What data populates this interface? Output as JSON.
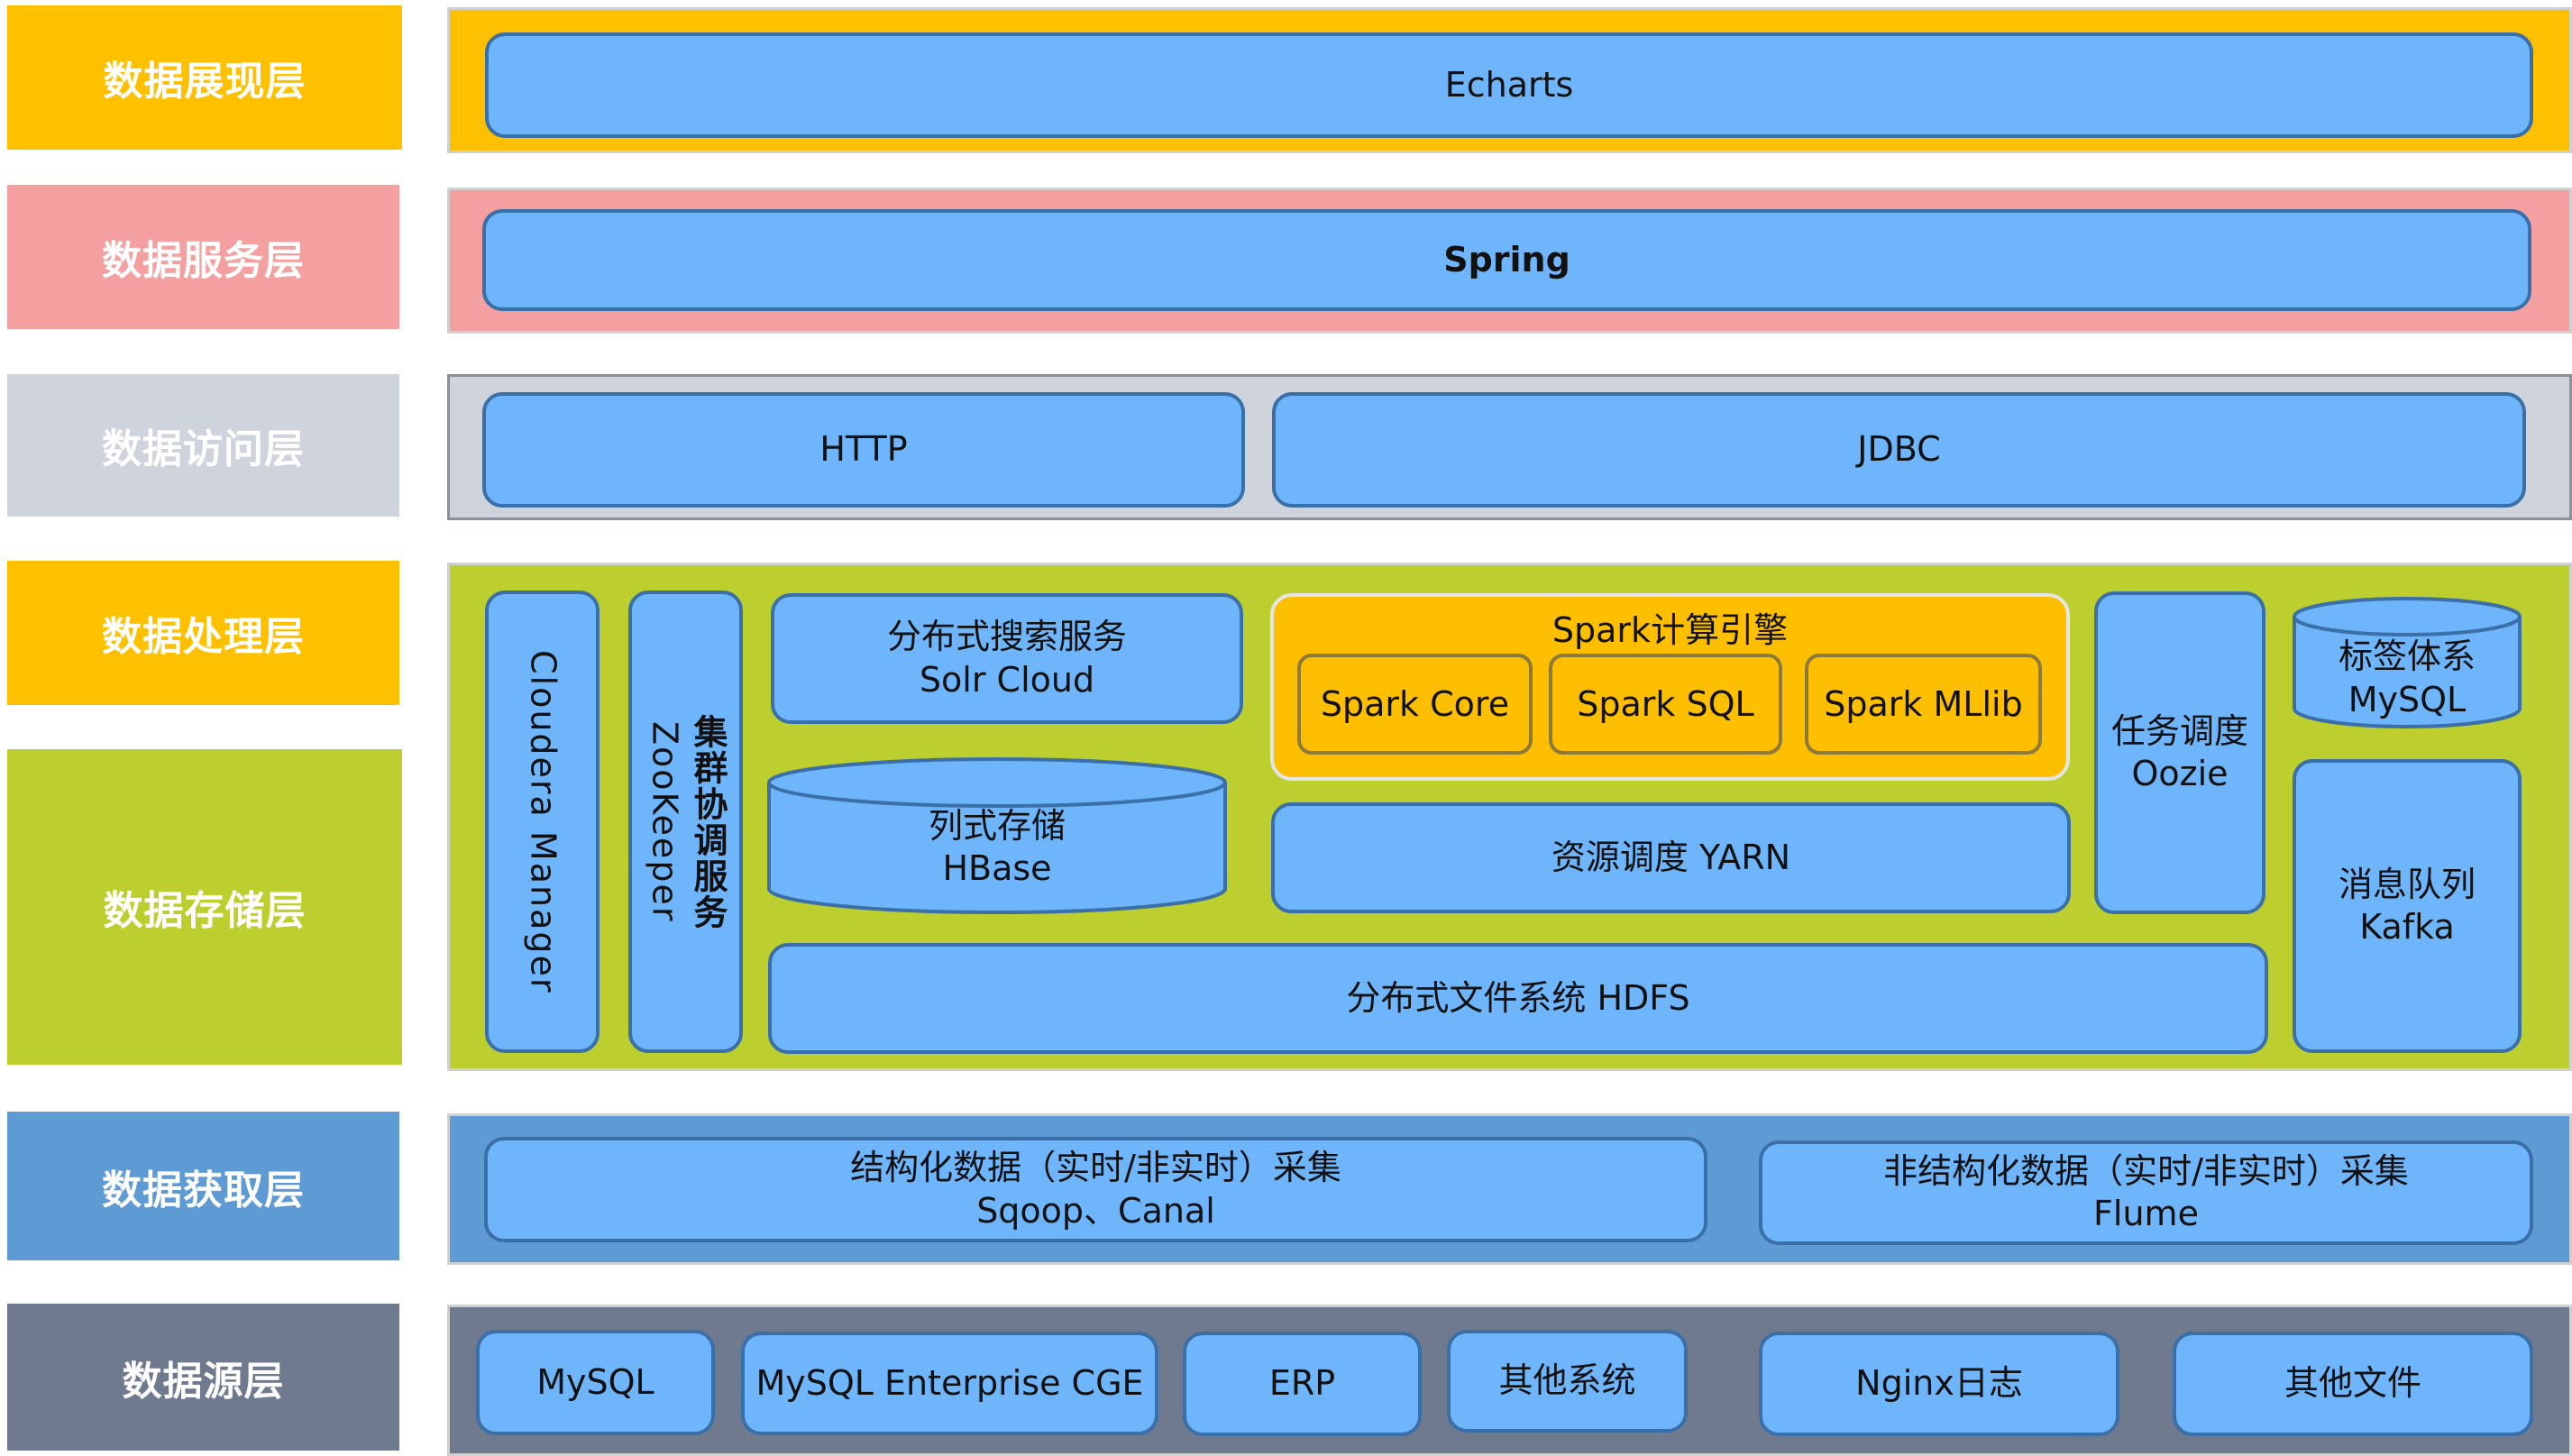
{
  "layers": {
    "presentation": "数据展现层",
    "service": "数据服务层",
    "access": "数据访问层",
    "processing": "数据处理层",
    "storage": "数据存储层",
    "ingestion": "数据获取层",
    "source": "数据源层"
  },
  "presentation": {
    "echarts": "Echarts"
  },
  "service": {
    "spring": "Spring"
  },
  "access": {
    "http": "HTTP",
    "jdbc": "JDBC"
  },
  "core": {
    "cloudera": "Cloudera Manager",
    "zookeeper_cn": "集群协调服务",
    "zookeeper_en": "ZooKeeper",
    "solr_cn": "分布式搜索服务",
    "solr_en": "Solr Cloud",
    "hbase_cn": "列式存储",
    "hbase_en": "HBase",
    "spark_title": "Spark计算引擎",
    "spark_core": "Spark Core",
    "spark_sql": "Spark SQL",
    "spark_mllib": "Spark MLlib",
    "yarn": "资源调度 YARN",
    "hdfs": "分布式文件系统 HDFS",
    "oozie_cn": "任务调度",
    "oozie_en": "Oozie",
    "tag_cn": "标签体系",
    "tag_en": "MySQL",
    "kafka_cn": "消息队列",
    "kafka_en": "Kafka"
  },
  "ingestion": {
    "structured_cn": "结构化数据（实时/非实时）采集",
    "structured_en": "Sqoop、Canal",
    "unstructured_cn": "非结构化数据（实时/非实时）采集",
    "unstructured_en": "Flume"
  },
  "sources": {
    "mysql": "MySQL",
    "mysql_cge": "MySQL Enterprise CGE",
    "erp": "ERP",
    "other_systems": "其他系统",
    "nginx": "Nginx日志",
    "other_files": "其他文件"
  },
  "colors": {
    "presentation": "#ffc000",
    "service": "#f4a0a0",
    "access": "#cfd3dc",
    "processing": "#ffc000",
    "storage": "#bccf2e",
    "ingestion": "#5e9bd5",
    "source": "#6f7a8f",
    "box_fill": "#6fb5fb",
    "box_border": "#3a6fa8"
  }
}
